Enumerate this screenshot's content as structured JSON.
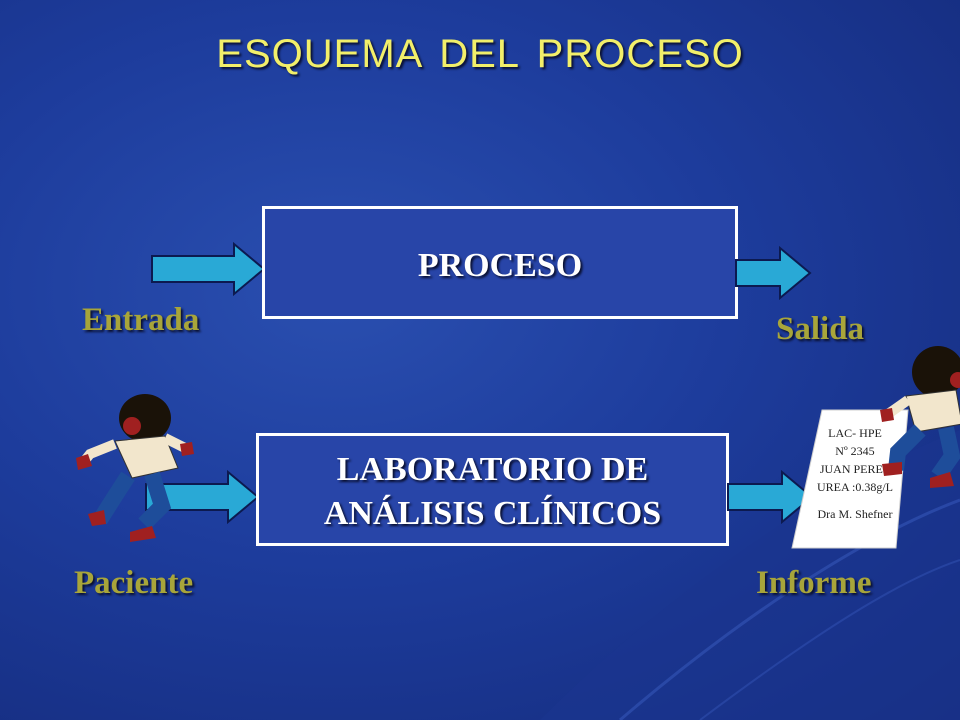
{
  "title": "ESQUEMA  DEL PROCESO",
  "process_box": {
    "label": "PROCESO"
  },
  "lab_box": {
    "line1": "LABORATORIO DE",
    "line2": "ANÁLISIS CLÍNICOS"
  },
  "labels": {
    "entrada": "Entrada",
    "salida": "Salida",
    "paciente": "Paciente",
    "informe": "Informe"
  },
  "report": {
    "line1": "LAC- HPE",
    "line2": "Nº 2345",
    "line3": "JUAN PEREZ",
    "line4": "UREA :0.38g/L",
    "line5": "Dra M. Shefner"
  },
  "colors": {
    "background": "#1d3c9c",
    "title": "#f2ef6a",
    "label": "#a8a53a",
    "arrow": "#29a9d6",
    "box_border": "#ffffff"
  }
}
